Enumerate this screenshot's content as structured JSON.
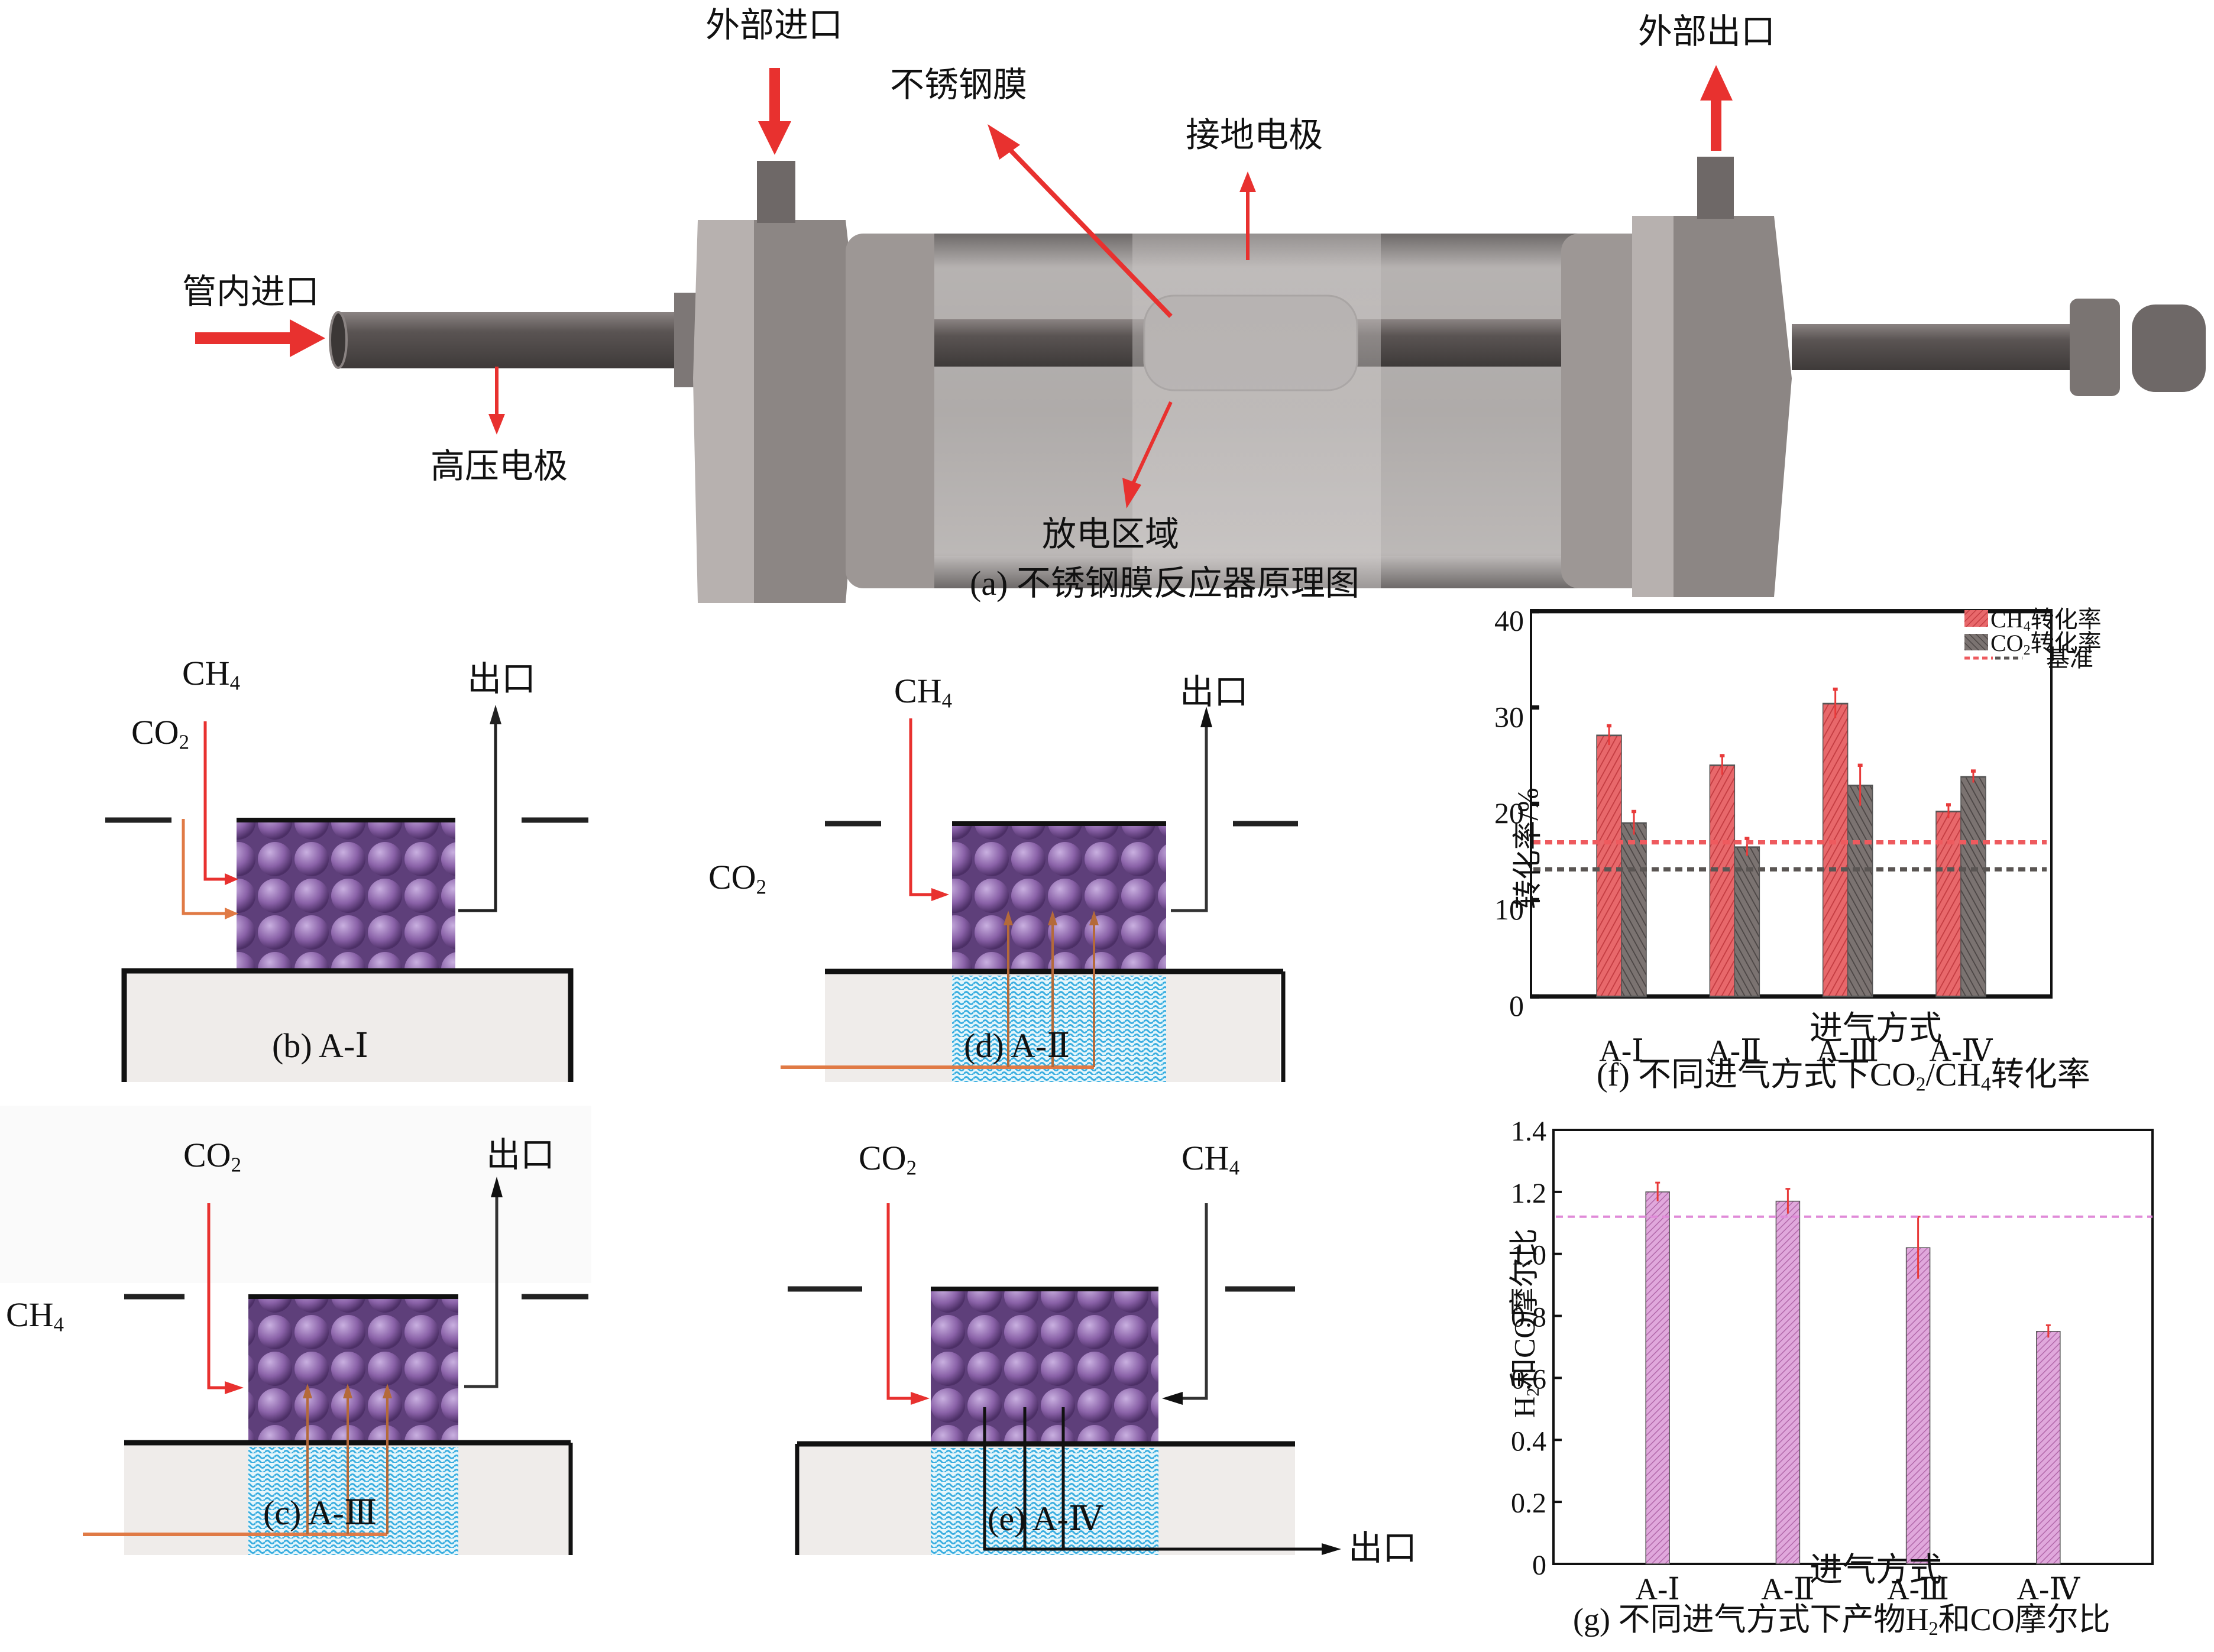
{
  "panel_a": {
    "caption": "(a) 不锈钢膜反应器原理图",
    "labels": {
      "outer_inlet": "外部进口",
      "outer_outlet": "外部出口",
      "stainless_membrane": "不锈钢膜",
      "ground_electrode": "接地电极",
      "tube_inlet": "管内进口",
      "hv_electrode": "高压电极",
      "discharge_zone": "放电区域"
    }
  },
  "panels_flow": [
    {
      "id": "b",
      "caption": "(b) A-Ⅰ",
      "top_gas_1": "CH",
      "top_gas_1_sub": "4",
      "top_gas_2": "CO",
      "top_gas_2_sub": "2",
      "outlet": "出口"
    },
    {
      "id": "d",
      "caption": "(d) A-Ⅱ",
      "top_gas": "CH",
      "top_gas_sub": "4",
      "side_gas": "CO",
      "side_gas_sub": "2",
      "outlet": "出口"
    },
    {
      "id": "c",
      "caption": "(c) A-Ⅲ",
      "top_gas": "CO",
      "top_gas_sub": "2",
      "side_gas": "CH",
      "side_gas_sub": "4",
      "outlet": "出口"
    },
    {
      "id": "e",
      "caption": "(e) A-Ⅳ",
      "top_gas_left": "CO",
      "top_gas_left_sub": "2",
      "top_gas_right": "CH",
      "top_gas_right_sub": "4",
      "outlet": "出口"
    }
  ],
  "colors": {
    "ch4_bar": "#e8686b",
    "co2_bar": "#6e6664",
    "ratio_bar": "#d89ad4",
    "baseline_red": "#ee5a5e",
    "baseline_gray": "#5a5553",
    "baseline_pink": "#e08ad8",
    "errorbar": "#e83a3a",
    "arrow_red": "#e8312f",
    "arrow_orange": "#e07a45",
    "catalyst": "#8a62a8",
    "membrane": "#4ab3e0"
  },
  "chart_data": [
    {
      "id": "f",
      "type": "bar",
      "caption": "(f) 不同进气方式下CO2/CH4转化率",
      "caption_parts": [
        "(f) 不同进气方式下CO",
        "2",
        "/CH",
        "4",
        "转化率"
      ],
      "xlabel": "进气方式",
      "ylabel": "转化率/%",
      "categories": [
        "A-Ⅰ",
        "A-Ⅱ",
        "A-Ⅲ",
        "A-Ⅳ"
      ],
      "ylim": [
        0,
        40
      ],
      "yticks": [
        0,
        10,
        20,
        30,
        40
      ],
      "series": [
        {
          "name": "CH4转化率",
          "legend_main": "CH",
          "legend_sub": "4",
          "legend_tail": "转化率",
          "values": [
            27.1,
            24.0,
            30.4,
            19.2
          ],
          "errors": [
            1.0,
            1.0,
            1.5,
            0.7
          ]
        },
        {
          "name": "CO2转化率",
          "legend_main": "CO",
          "legend_sub": "2",
          "legend_tail": "转化率",
          "values": [
            18.0,
            15.5,
            21.9,
            22.8
          ],
          "errors": [
            1.2,
            0.9,
            2.1,
            0.6
          ]
        }
      ],
      "baselines": [
        {
          "name": "CH4基准",
          "value": 16.0
        },
        {
          "name": "CO2基准",
          "value": 13.2
        }
      ],
      "baseline_legend": "基准",
      "legend_position": "top-right",
      "grid": false
    },
    {
      "id": "g",
      "type": "bar",
      "caption": "(g) 不同进气方式下产物H2和CO摩尔比",
      "caption_parts": [
        "(g) 不同进气方式下产物H",
        "2",
        "和CO摩尔比"
      ],
      "xlabel": "进气方式",
      "ylabel": "H2和CO摩尔比",
      "ylabel_parts": [
        "H",
        "2",
        "和CO摩尔比"
      ],
      "categories": [
        "A-Ⅰ",
        "A-Ⅱ",
        "A-Ⅲ",
        "A-Ⅳ"
      ],
      "ylim": [
        0,
        1.4
      ],
      "yticks": [
        "0",
        "0.2",
        "0.4",
        "0.6",
        "0.8",
        "1.0",
        "1.2",
        "1.4"
      ],
      "series": [
        {
          "name": "H2/CO",
          "values": [
            1.2,
            1.17,
            1.02,
            0.75
          ],
          "errors": [
            0.03,
            0.04,
            0.1,
            0.02
          ]
        }
      ],
      "baselines": [
        {
          "name": "基准",
          "value": 1.12
        }
      ],
      "grid": false
    }
  ]
}
